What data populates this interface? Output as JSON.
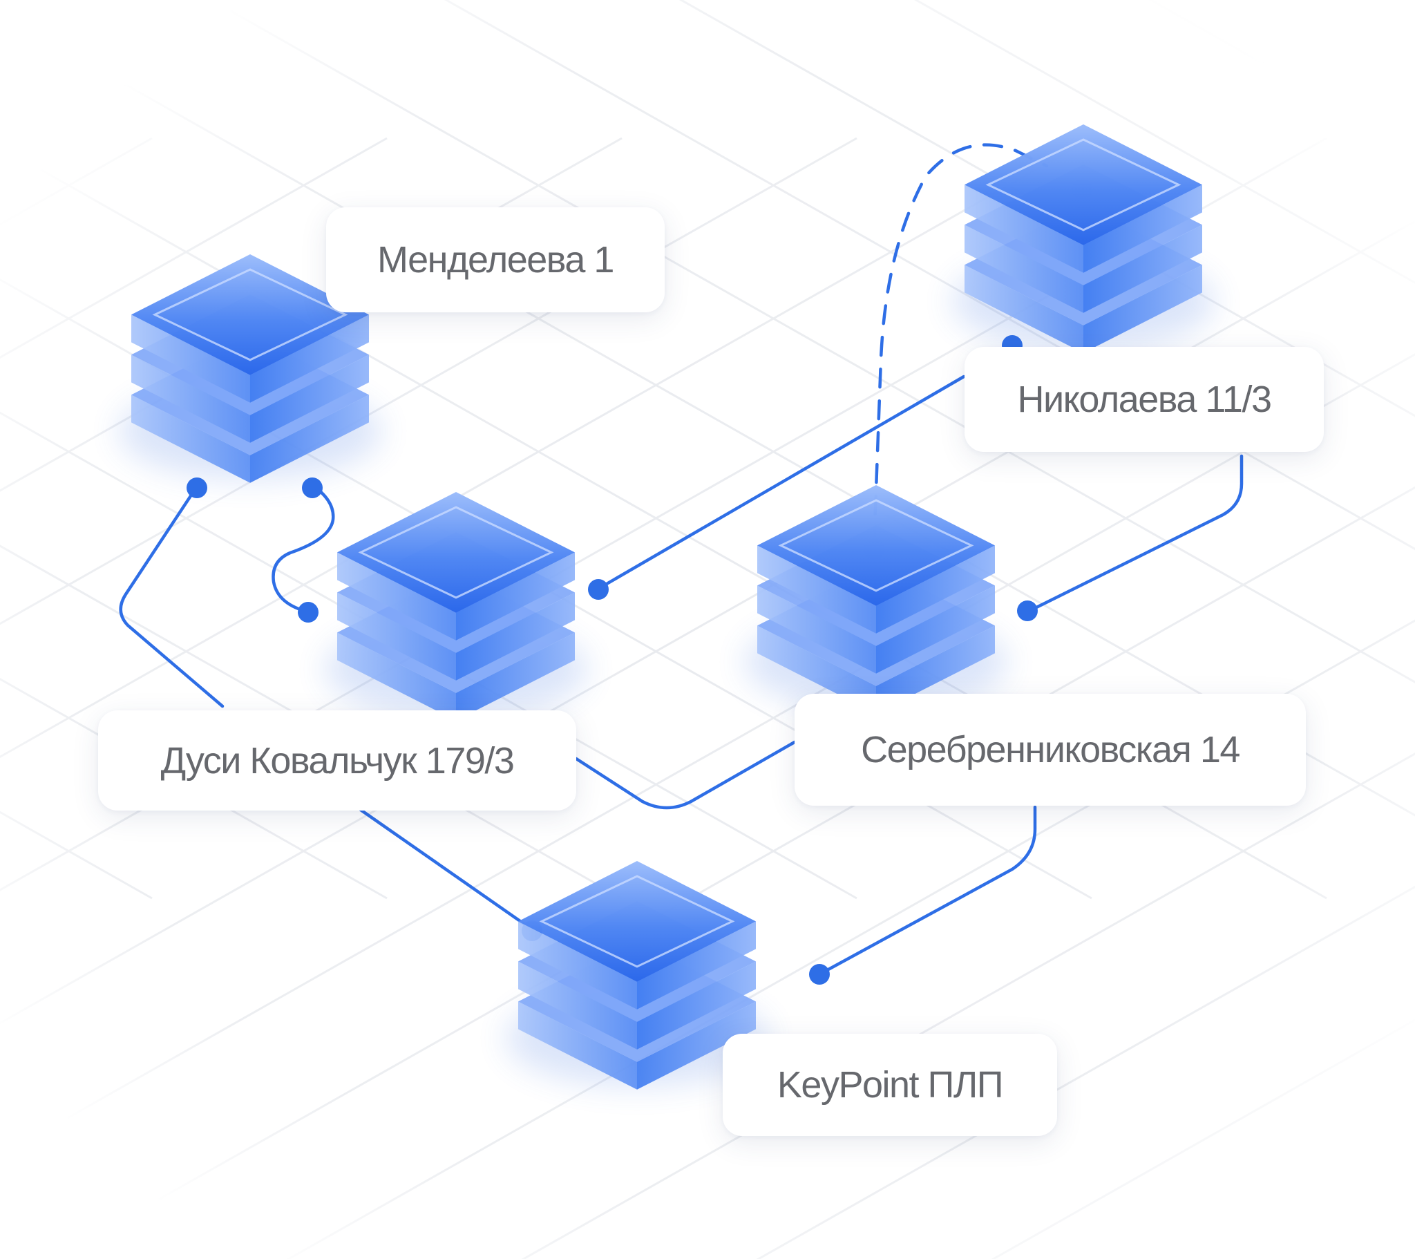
{
  "colors": {
    "accent": "#2e6ee6",
    "grid": "#e9ebef",
    "label_text": "#66686d",
    "label_bg": "#ffffff",
    "server_light": "#8fb4fb",
    "server_mid": "#5a90f6",
    "server_dark": "#2f6ded"
  },
  "nodes": [
    {
      "id": "mendeleeva",
      "label": "Менделеева 1",
      "icon": "server-stack-icon"
    },
    {
      "id": "nikolaeva",
      "label": "Николаева 11/3",
      "icon": "server-stack-icon"
    },
    {
      "id": "dusi",
      "label": "Дуси Ковальчук 179/3",
      "icon": "server-stack-icon"
    },
    {
      "id": "serebr",
      "label": "Серебренниковская 14",
      "icon": "server-stack-icon"
    },
    {
      "id": "keypoint",
      "label": "KeyPoint ПЛП",
      "icon": "server-stack-icon"
    }
  ],
  "connections": [
    {
      "from": "mendeleeva",
      "to": "dusi",
      "style": "solid"
    },
    {
      "from": "mendeleeva",
      "to": "keypoint",
      "style": "solid"
    },
    {
      "from": "nikolaeva",
      "to": "dusi",
      "style": "solid"
    },
    {
      "from": "nikolaeva",
      "to": "serebr",
      "style": "solid"
    },
    {
      "from": "nikolaeva",
      "to": "serebr",
      "style": "dashed"
    },
    {
      "from": "dusi",
      "to": "serebr",
      "style": "solid"
    },
    {
      "from": "serebr",
      "to": "keypoint",
      "style": "solid"
    }
  ]
}
